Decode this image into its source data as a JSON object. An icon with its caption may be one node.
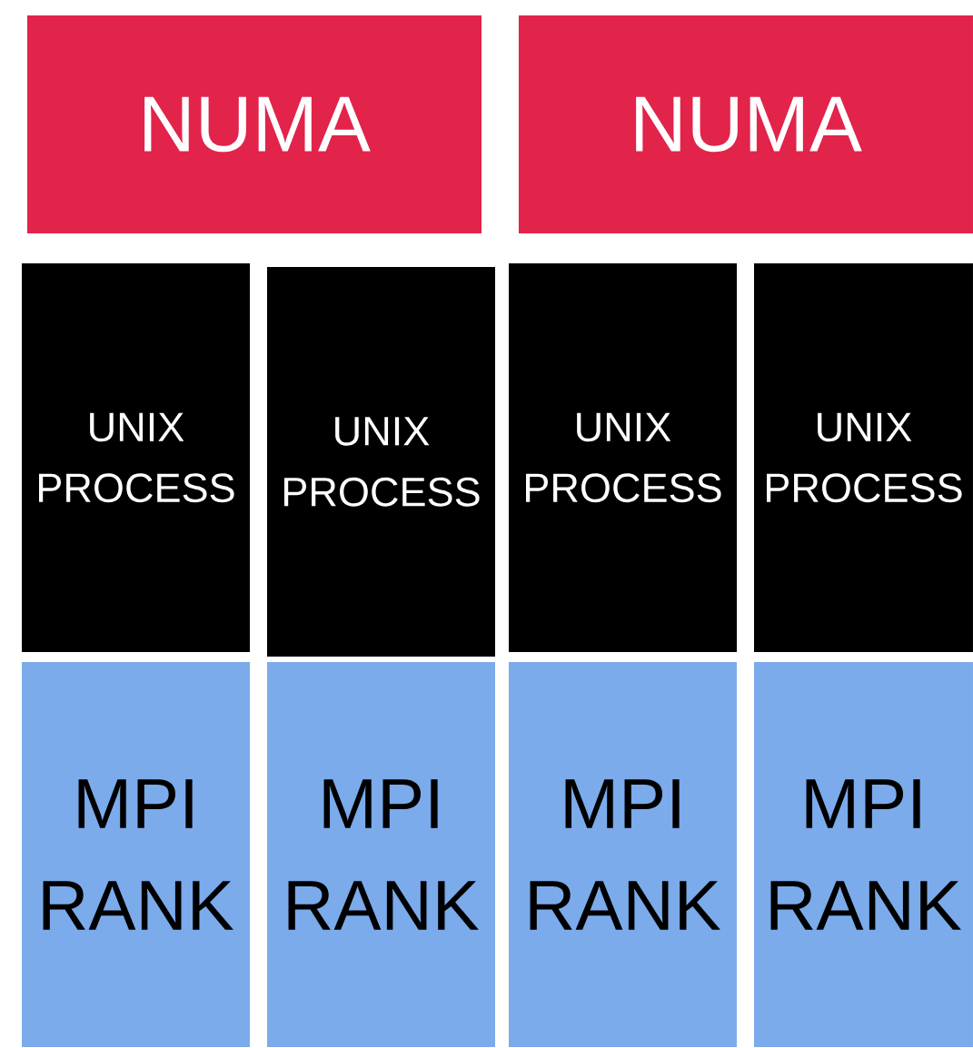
{
  "diagram": {
    "nodes": [
      {
        "text": [
          "NUMA"
        ]
      },
      {
        "text": [
          "NUMA"
        ]
      },
      {
        "text": [
          "UNIX PROCESS"
        ]
      },
      {
        "text": [
          "UNIX PROCESS"
        ]
      },
      {
        "text": [
          "UNIX PROCESS"
        ]
      },
      {
        "text": [
          "UNIX PROCESS"
        ]
      },
      {
        "text": [
          "MPI RANK"
        ]
      },
      {
        "text": [
          "MPI RANK"
        ]
      },
      {
        "text": [
          "MPI RANK"
        ]
      },
      {
        "text": [
          "MPI RANK"
        ]
      }
    ]
  }
}
